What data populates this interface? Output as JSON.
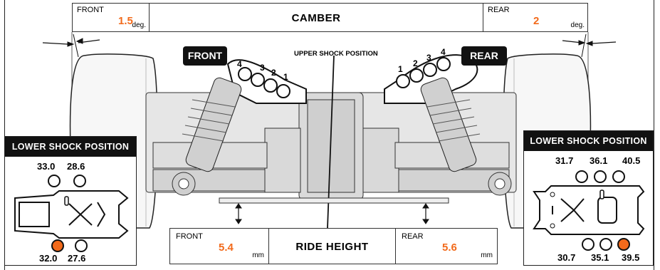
{
  "camber": {
    "title": "CAMBER",
    "front_label": "FRONT",
    "front_value": "1.5",
    "front_unit": "deg.",
    "rear_label": "REAR",
    "rear_value": "2",
    "rear_unit": "deg."
  },
  "upper_shock": {
    "title": "UPPER SHOCK POSITION",
    "front_badge": "FRONT",
    "rear_badge": "REAR",
    "front_numbers": [
      "4",
      "3",
      "2",
      "1"
    ],
    "rear_numbers": [
      "1",
      "2",
      "3",
      "4"
    ]
  },
  "lower_shock_front": {
    "title": "LOWER SHOCK POSITION",
    "top_values": [
      "33.0",
      "28.6"
    ],
    "bottom_values": [
      "32.0",
      "27.6"
    ],
    "selected": "32.0"
  },
  "lower_shock_rear": {
    "title": "LOWER SHOCK POSITION",
    "top_values": [
      "31.7",
      "36.1",
      "40.5"
    ],
    "bottom_values": [
      "30.7",
      "35.1",
      "39.5"
    ],
    "selected": "39.5"
  },
  "ride_height": {
    "title": "RIDE HEIGHT",
    "front_label": "FRONT",
    "front_value": "5.4",
    "front_unit": "mm",
    "rear_label": "REAR",
    "rear_value": "5.6",
    "rear_unit": "mm"
  },
  "colors": {
    "accent": "#f26a1b",
    "badge": "#111111"
  }
}
